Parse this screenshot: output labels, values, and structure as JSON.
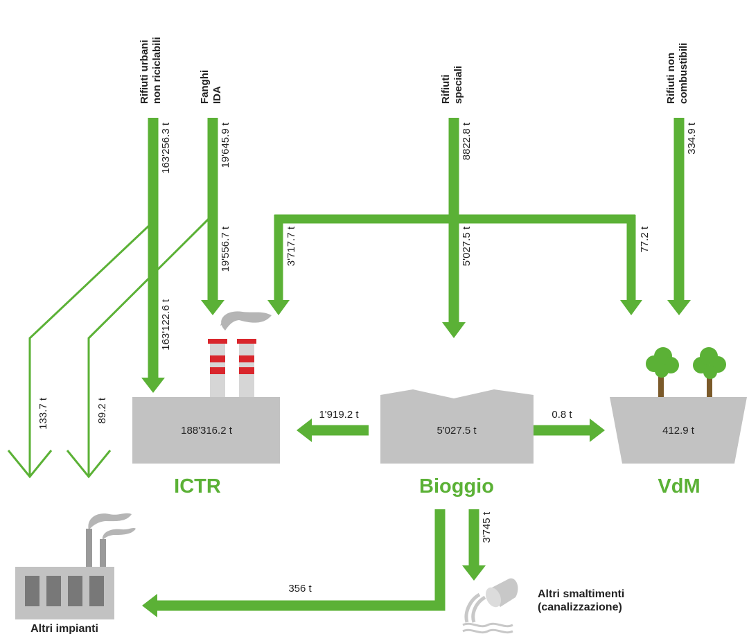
{
  "colors": {
    "flow": "#5bb136",
    "building": "#c2c2c2",
    "chimney_band": "#d9262c",
    "smoke": "#b5b5b5",
    "tree_crown": "#5bb136",
    "tree_trunk": "#7b5a2a",
    "dark_window": "#787878"
  },
  "sources": {
    "rsu": [
      "Rifiuti urbani",
      "non riciclabili"
    ],
    "fanghi": [
      "Fanghi",
      "IDA"
    ],
    "speciali": [
      "Rifiuti",
      "speciali"
    ],
    "noncomb": [
      "Rifiuti non",
      "combustibili"
    ]
  },
  "flows": {
    "rsu_in": "163'256.3 t",
    "rsu_ictr": "163'122.6 t",
    "rsu_other": "133.7 t",
    "fanghi_in": "19'645.9 t",
    "fanghi_ictr": "19'556.7 t",
    "fanghi_other": "89.2 t",
    "speciali_in": "8822.8 t",
    "speciali_ictr": "3'717.7 t",
    "speciali_bioggio": "5'027.5 t",
    "speciali_vdm": "77.2 t",
    "noncomb_in": "334.9 t",
    "bioggio_ictr": "1'919.2 t",
    "bioggio_vdm": "0.8 t",
    "bioggio_canal": "3'745 t",
    "bioggio_other": "356 t"
  },
  "plants": {
    "ictr": {
      "name": "ICTR",
      "total": "188'316.2 t"
    },
    "bioggio": {
      "name": "Bioggio",
      "total": "5'027.5 t"
    },
    "vdm": {
      "name": "VdM",
      "total": "412.9 t"
    }
  },
  "destinations": {
    "altri_impianti": "Altri impianti",
    "altri_smaltimenti": [
      "Altri smaltimenti",
      "(canalizzazione)"
    ]
  },
  "icons": [
    "factory-icon",
    "chimney-icon",
    "tree-icon",
    "pipe-outflow-icon"
  ]
}
